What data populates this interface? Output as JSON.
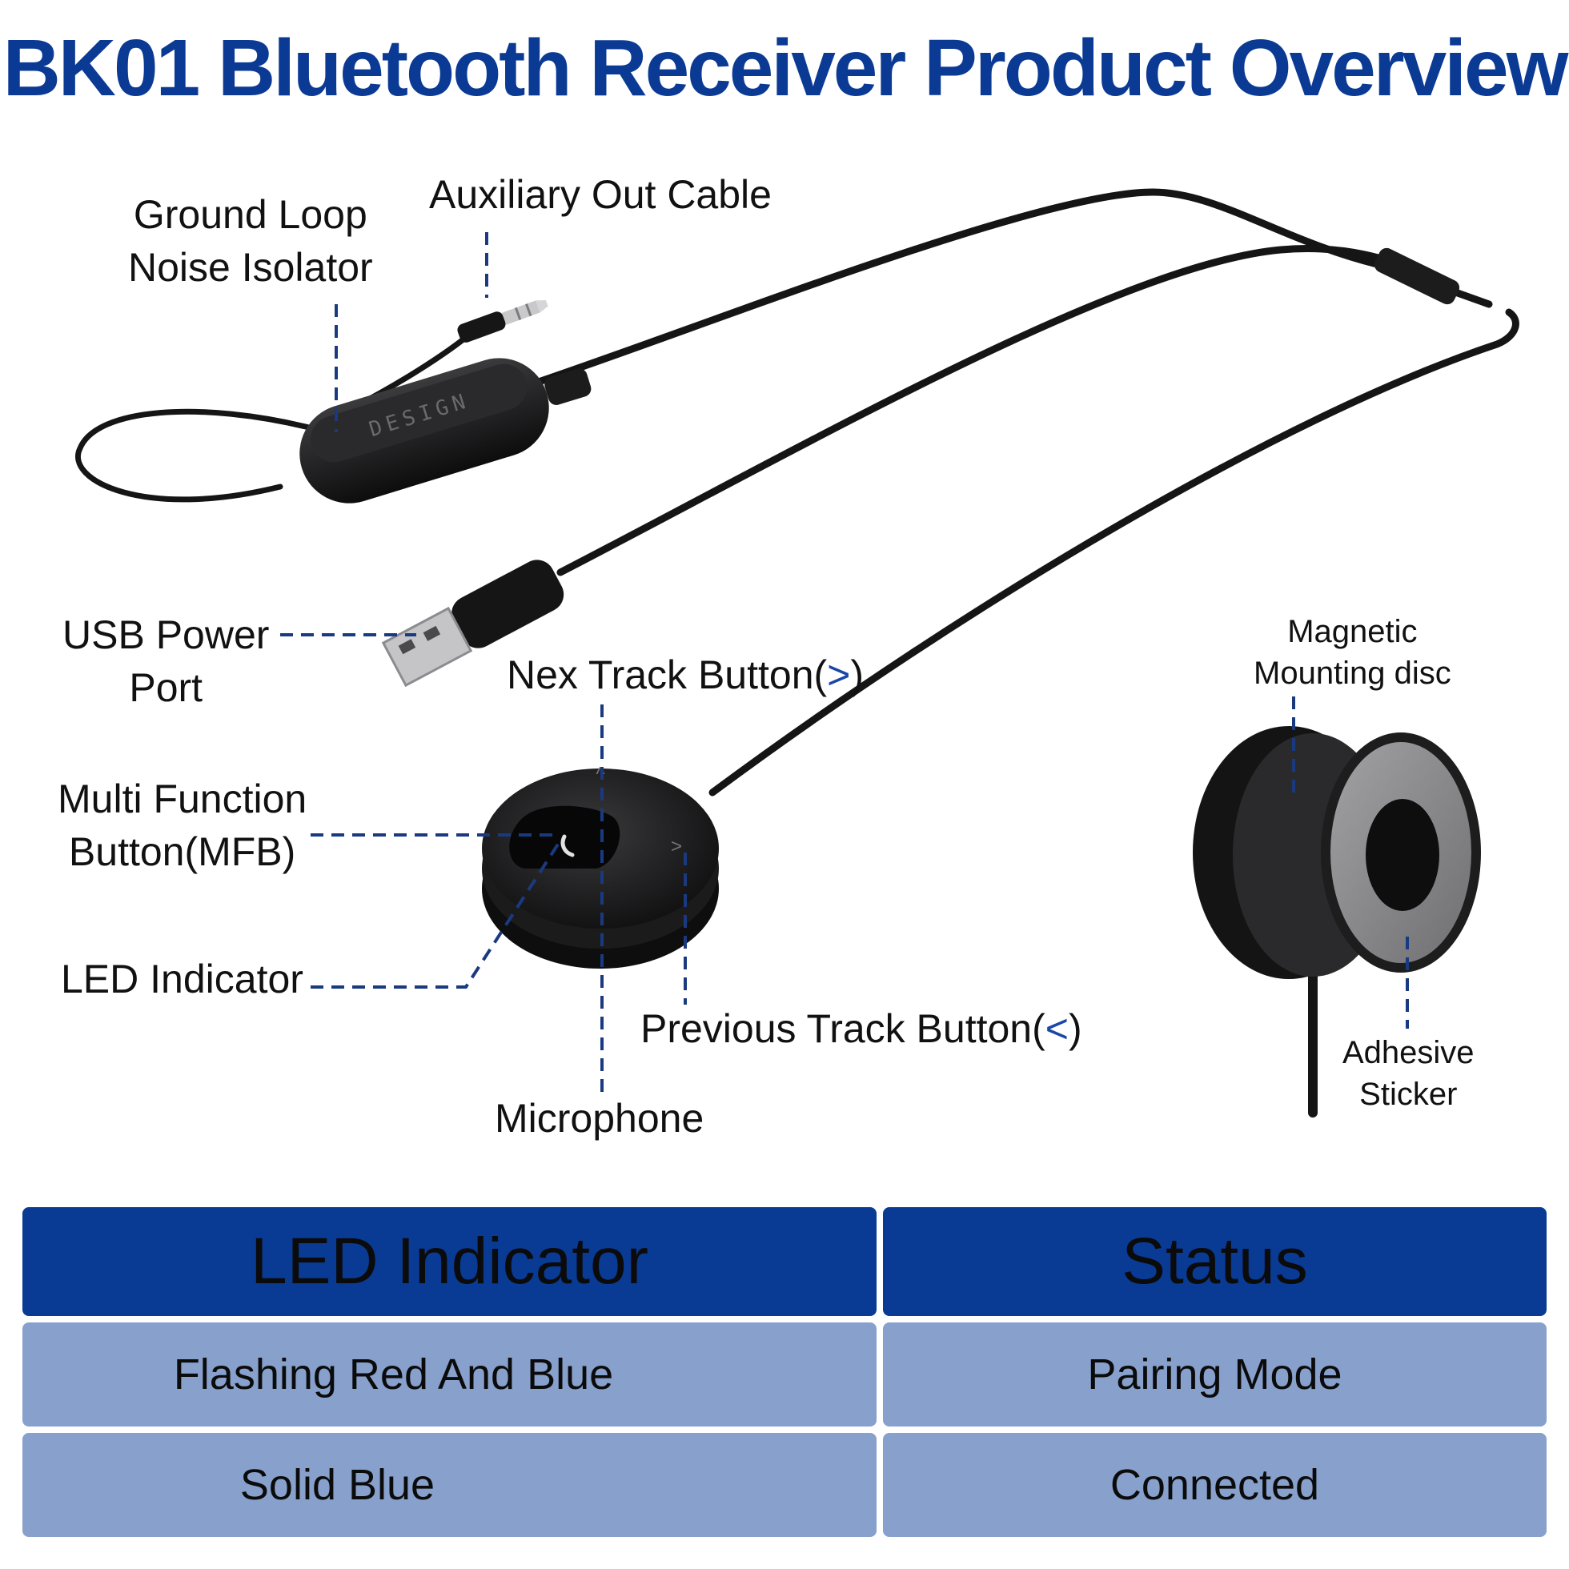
{
  "title": "BK01 Bluetooth Receiver Product Overview",
  "callouts": {
    "ground_loop": [
      "Ground Loop",
      "Noise Isolator"
    ],
    "aux_out": "Auxiliary Out Cable",
    "usb_power": [
      "USB Power",
      "Port"
    ],
    "next_track": {
      "text": "Nex Track Button(",
      "symbol": ">",
      "close": ")"
    },
    "mfb": [
      "Multi Function",
      "Button(MFB)"
    ],
    "led": "LED Indicator",
    "prev_track": {
      "text": "Previous Track Button(",
      "symbol": "<",
      "close": ")"
    },
    "microphone": "Microphone",
    "magnetic": [
      "Magnetic",
      "Mounting disc"
    ],
    "adhesive": [
      "Adhesive",
      "Sticker"
    ]
  },
  "isolator_brand": "DESIGN",
  "colors": {
    "accent": "#0b3a94",
    "header_bg": "#093a94",
    "row_bg": "#87a0cc",
    "dash": "#1a3a80"
  },
  "table": {
    "headers": [
      "LED Indicator",
      "Status"
    ],
    "rows": [
      [
        "Flashing Red And Blue",
        "Pairing Mode"
      ],
      [
        "Solid Blue",
        "Connected"
      ]
    ]
  }
}
